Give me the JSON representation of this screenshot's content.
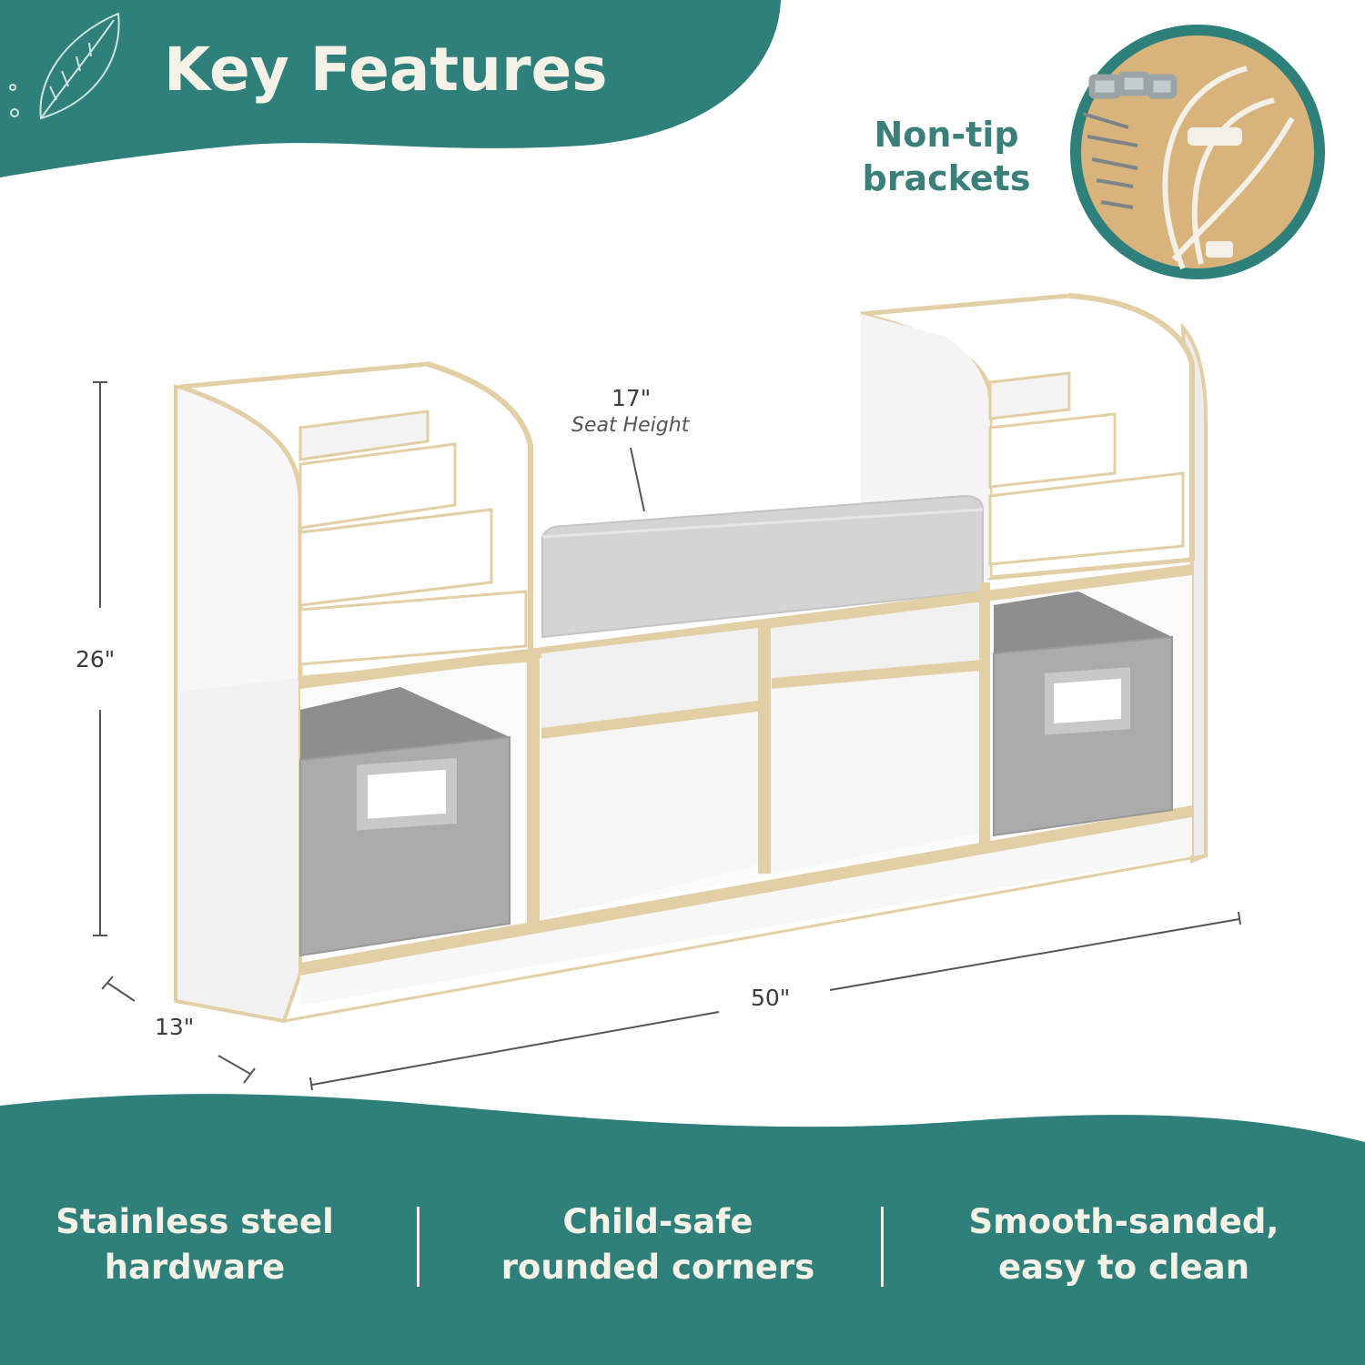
{
  "header": {
    "title": "Key Features"
  },
  "callout": {
    "line1": "Non-tip",
    "line2": "brackets"
  },
  "dimensions": {
    "seat_height_value": "17\"",
    "seat_height_label": "Seat Height",
    "height": "26\"",
    "depth": "13\"",
    "width": "50\""
  },
  "features": [
    {
      "line1": "Stainless steel",
      "line2": "hardware"
    },
    {
      "line1": "Child-safe",
      "line2": "rounded corners"
    },
    {
      "line1": "Smooth-sanded,",
      "line2": "easy to clean"
    }
  ],
  "colors": {
    "teal": "#2f7f7a",
    "cream": "#f4f1e6",
    "wood_edge": "#e3cfa6",
    "cabinet_white": "#f7f7f7",
    "bin_gray": "#a8a8a8",
    "cushion_gray": "#d4d4d4"
  }
}
